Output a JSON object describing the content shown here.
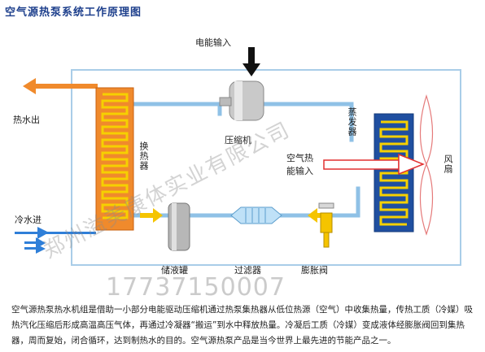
{
  "title": "空气源热泵系统工作原理图",
  "labels": {
    "power_input": "电能输入",
    "compressor": "压缩机",
    "hot_water_out": "热水出",
    "cold_water_in": "冷水进",
    "heat_exchanger": "换热器",
    "evaporator": "蒸发器",
    "air_heat_input": [
      "空气热",
      "能输入"
    ],
    "fan": "风扇",
    "receiver": "储液罐",
    "filter": "过滤器",
    "expansion_valve": "膨胀阀"
  },
  "watermark": {
    "company": "郑州溢美康体实业有限公司",
    "phone": "17737150007"
  },
  "caption": "空气源热泵热水机组是借助一小部分电能驱动压缩机通过热泵集热器从低位热源（空气）中收集热量，传热工质（冷媒）吸热汽化压缩后形成高温高压气体，再通过冷凝器“搬运”到水中释放热量。冷凝后工质（冷媒）变成液体经膨胀阀回到集热器，周而复始，闭合循环，达到制热水的目的。空气源热泵产品是当今世界上最先进的节能产品之一。",
  "colors": {
    "title": "#1d3f8c",
    "pipe": "#8fc1e6",
    "frame": "#a9cde8",
    "hot_arrow": "#f08a2c",
    "cold_arrow": "#2f7fd8",
    "refrigerant_arrow": "#f5c400",
    "air_arrow": "#e23030",
    "evaporator_bg": "#1f4fa0",
    "evaporator_coil": "#f6d000",
    "exchanger_bg": "#f08a2c",
    "exchanger_coil": "#f6d000"
  }
}
